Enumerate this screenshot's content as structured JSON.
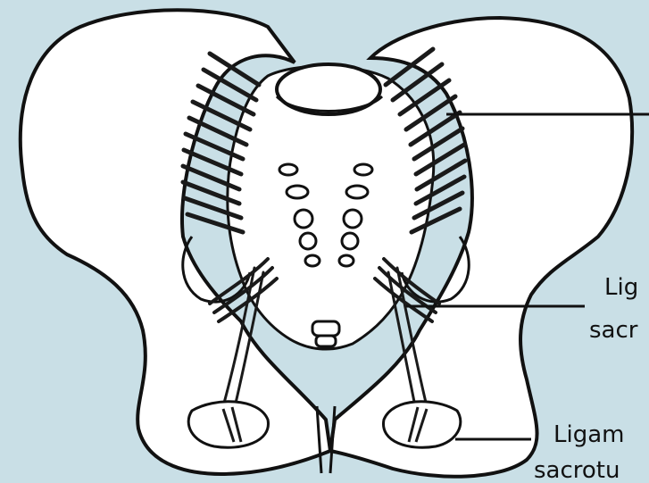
{
  "colors": {
    "background": "#c9dfe6",
    "bone_fill": "#ffffff",
    "outline": "#111111",
    "ligament": "#1a1a1a"
  },
  "labels": {
    "sacrospinous_line1": "Lig",
    "sacrospinous_line2": "sacr",
    "sacrotuberous_line1": "Ligam",
    "sacrotuberous_line2": "sacrotu"
  }
}
